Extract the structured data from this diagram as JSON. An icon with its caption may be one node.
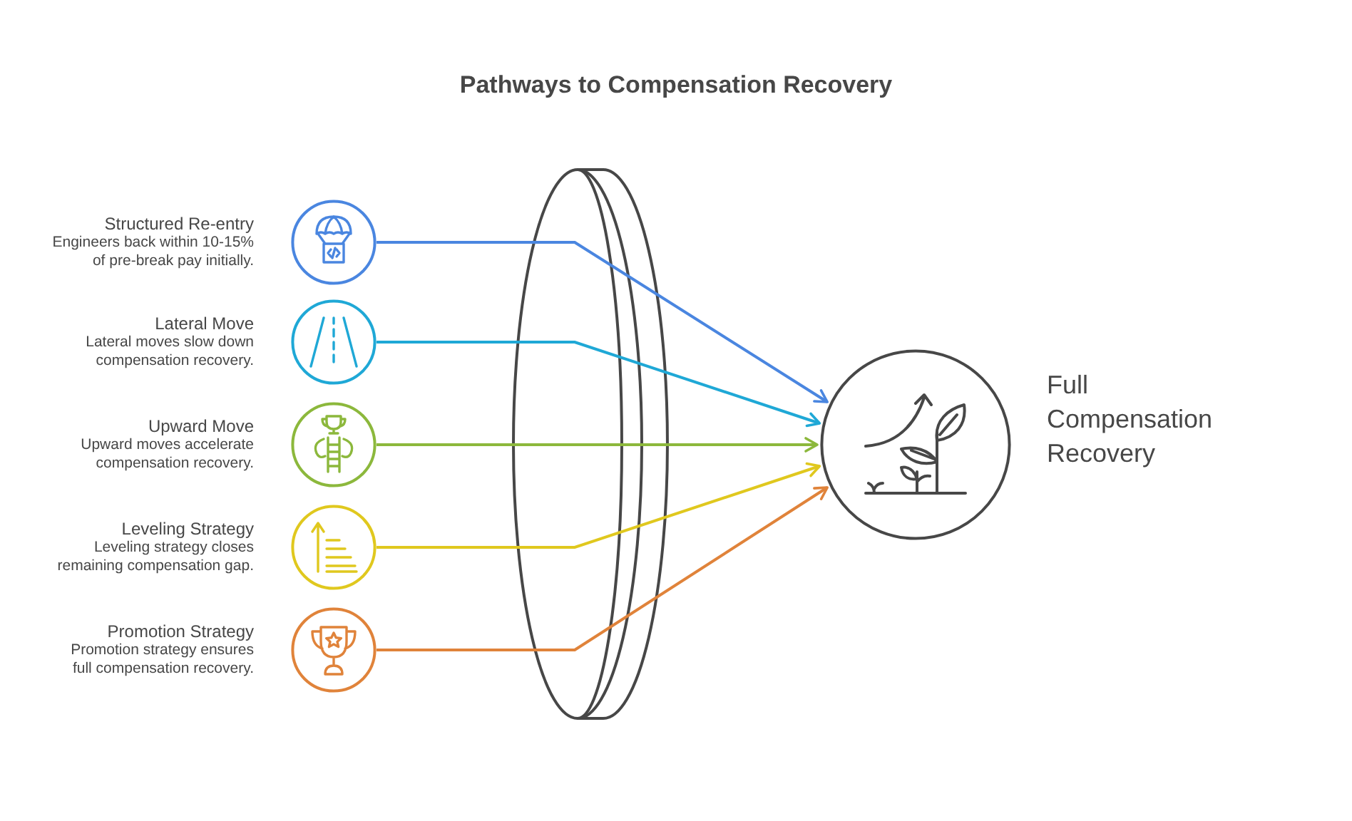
{
  "diagram": {
    "title": "Pathways to Compensation Recovery",
    "nodes": [
      {
        "text": [
          "Structured Re-entry",
          "Engineers back within 10-15% of pre-break pay initially."
        ]
      },
      {
        "text": [
          "Lateral Move",
          "Lateral moves slow down compensation recovery."
        ]
      },
      {
        "text": [
          "Upward Move",
          "Upward moves accelerate compensation recovery."
        ]
      },
      {
        "text": [
          "Leveling Strategy",
          "Leveling strategy closes remaining compensation gap."
        ]
      },
      {
        "text": [
          "Promotion Strategy",
          "Promotion strategy ensures full compensation recovery."
        ]
      },
      {
        "text": [
          "Full Compensation Recovery"
        ]
      }
    ],
    "edges": [
      {
        "from": 0,
        "to": 5,
        "arrow": "to",
        "color": "#4a86e0"
      },
      {
        "from": 1,
        "to": 5,
        "arrow": "to",
        "color": "#1fa8d6"
      },
      {
        "from": 2,
        "to": 5,
        "arrow": "to",
        "color": "#8cb83c"
      },
      {
        "from": 3,
        "to": 5,
        "arrow": "to",
        "color": "#e0c81e"
      },
      {
        "from": 4,
        "to": 5,
        "arrow": "to",
        "color": "#e0833a"
      }
    ]
  }
}
